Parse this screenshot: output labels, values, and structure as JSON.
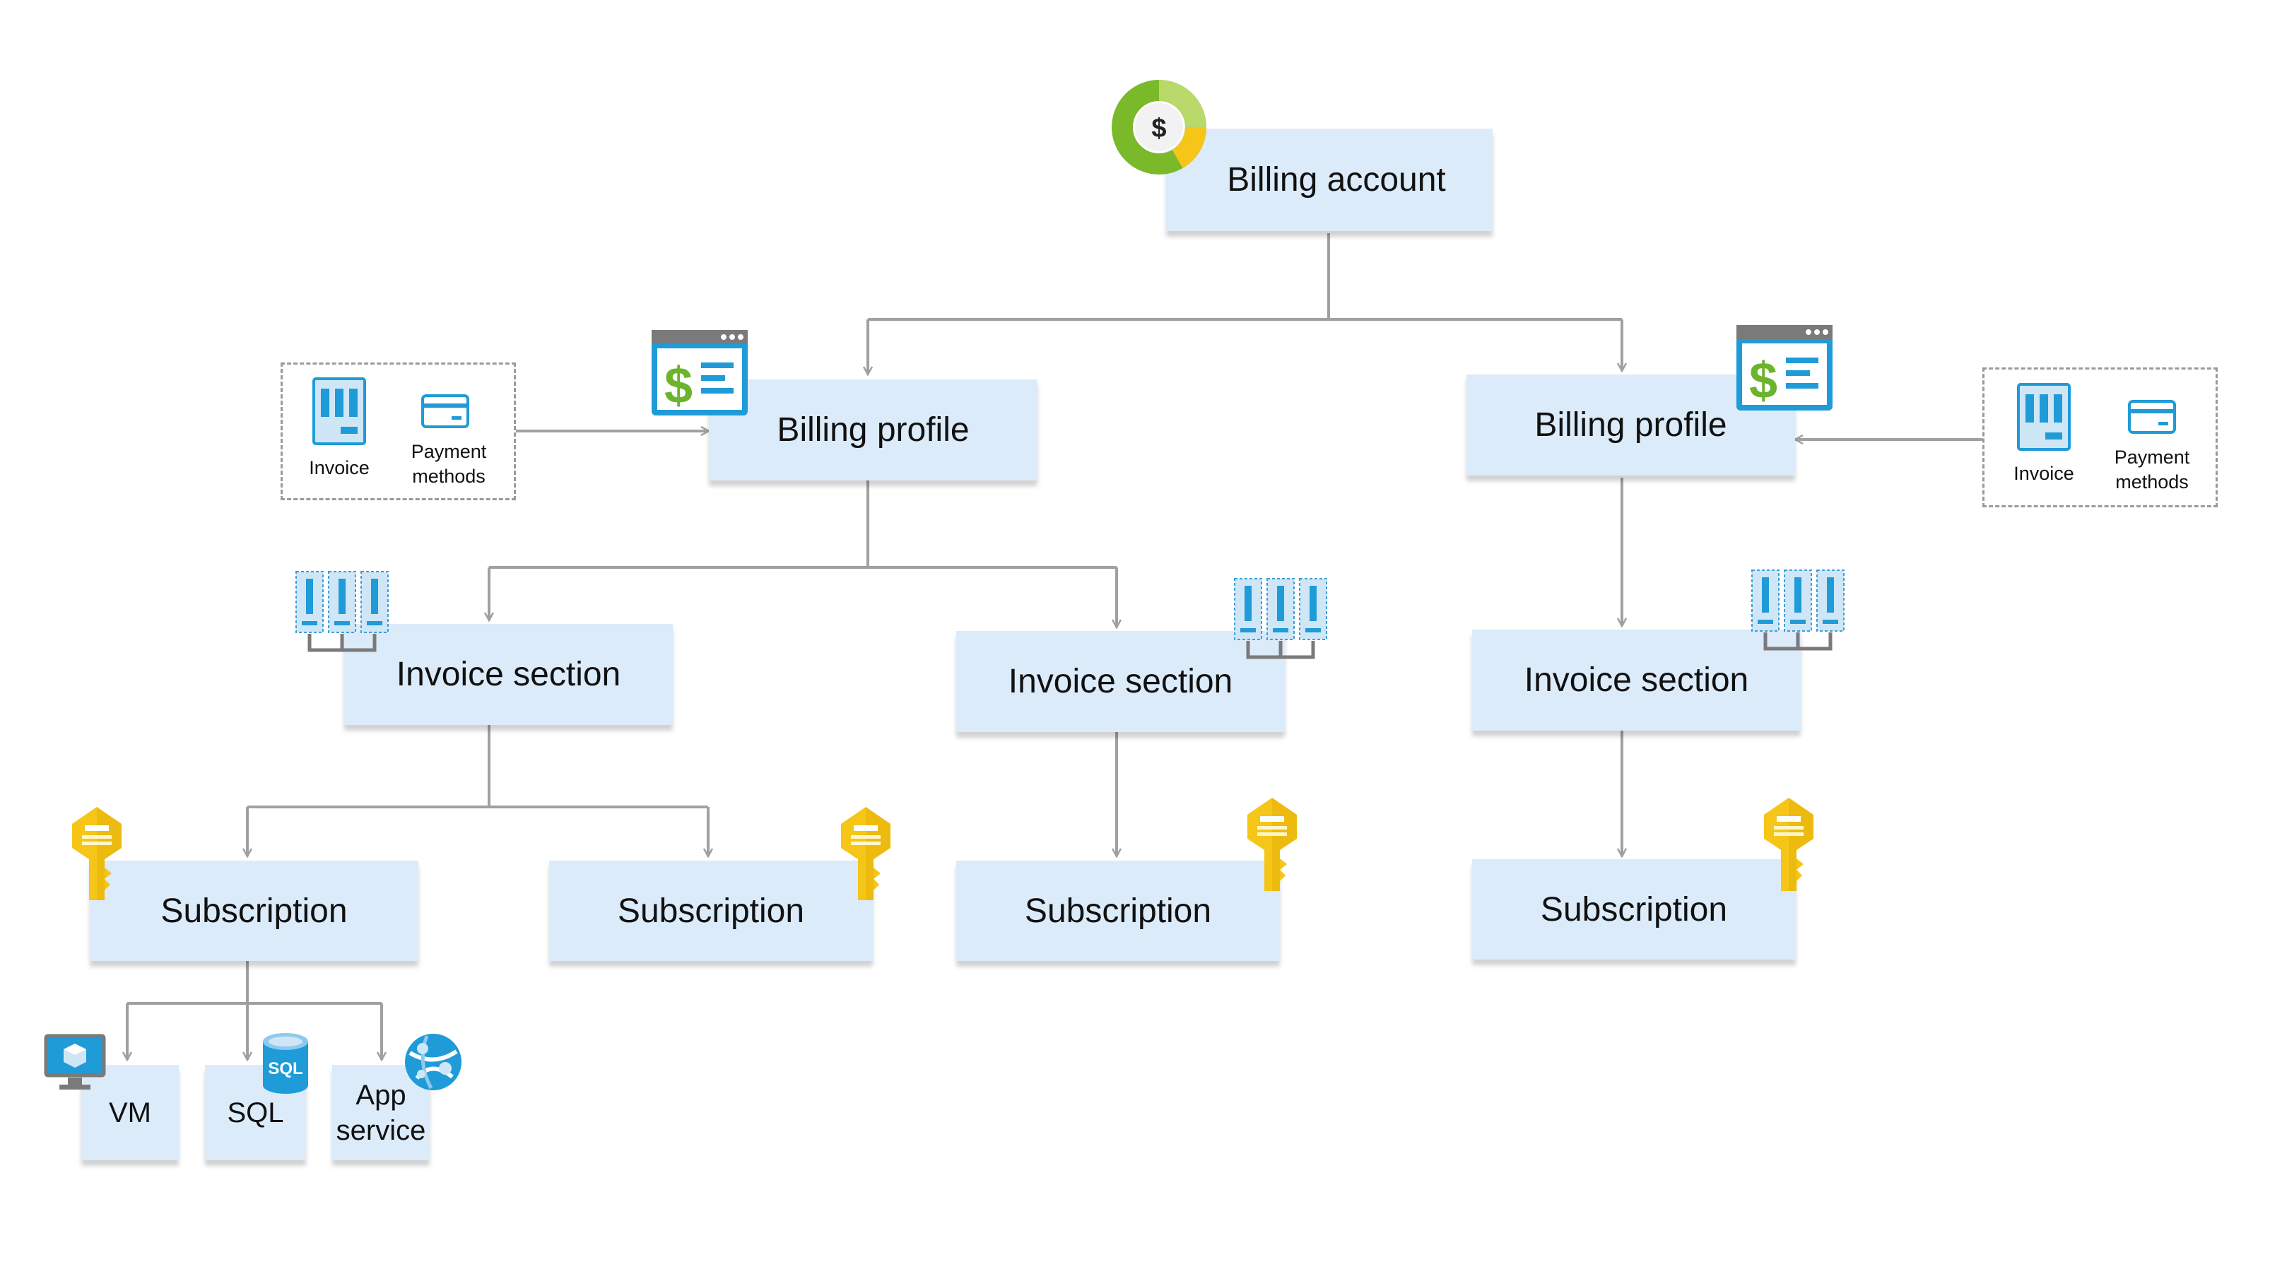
{
  "diagram": {
    "billing_account": "Billing account",
    "billing_profile_left": "Billing profile",
    "billing_profile_right": "Billing profile",
    "invoice_section_1": "Invoice section",
    "invoice_section_2": "Invoice section",
    "invoice_section_3": "Invoice section",
    "subscription_1": "Subscription",
    "subscription_2": "Subscription",
    "subscription_3": "Subscription",
    "subscription_4": "Subscription",
    "resources": {
      "vm": "VM",
      "sql": "SQL",
      "app_service_line1": "App",
      "app_service_line2": "service"
    },
    "attachments_left": {
      "invoice": "Invoice",
      "payment_line1": "Payment",
      "payment_line2": "methods"
    },
    "attachments_right": {
      "invoice": "Invoice",
      "payment_line1": "Payment",
      "payment_line2": "methods"
    },
    "icons": {
      "billing_account": "dollar-donut-icon",
      "billing_profile": "billing-window-icon",
      "invoice_section": "invoice-section-icon",
      "subscription": "key-icon",
      "vm": "vm-monitor-icon",
      "sql": "sql-database-icon",
      "app_service": "app-service-globe-icon",
      "invoice": "invoice-document-icon",
      "payment": "credit-card-icon"
    },
    "colors": {
      "node_fill": "#dcebfa",
      "connector": "#a0a0a0",
      "key": "#f5c518",
      "donut_green": "#7ab929",
      "donut_yellow": "#f5c518",
      "blue_icon": "#3b9fd8"
    }
  }
}
